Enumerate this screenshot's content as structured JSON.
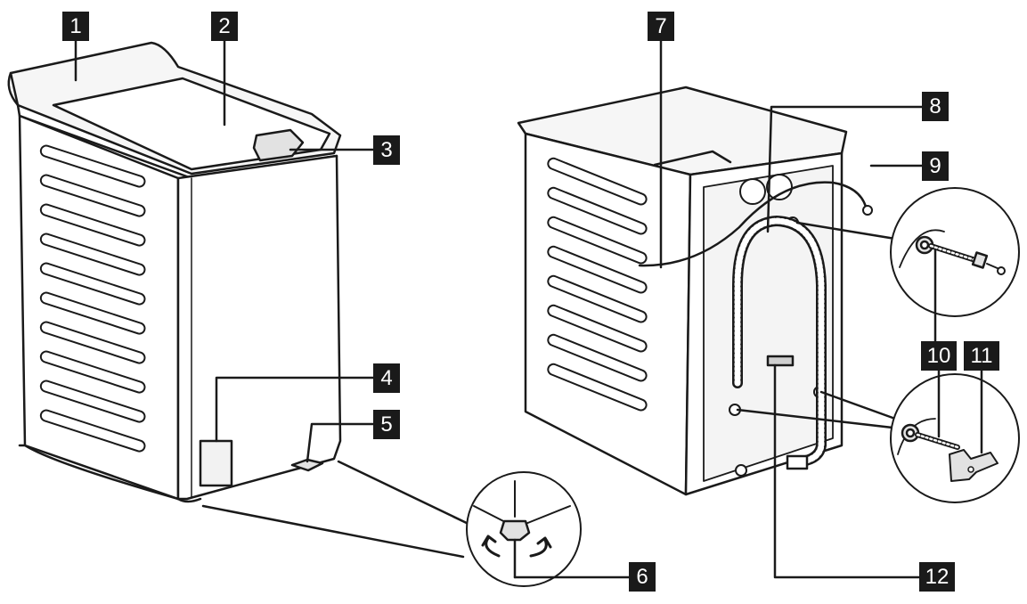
{
  "callouts": {
    "c1": "1",
    "c2": "2",
    "c3": "3",
    "c4": "4",
    "c5": "5",
    "c6": "6",
    "c7": "7",
    "c8": "8",
    "c9": "9",
    "c10": "10",
    "c11": "11",
    "c12": "12"
  },
  "colors": {
    "line": "#1a1a1a",
    "label_bg": "#1a1a1a",
    "label_text": "#ffffff",
    "fill_light": "#f2f2f2",
    "fill_mid": "#e2e2e2"
  },
  "parts": [
    "washer-front-view",
    "washer-rear-view",
    "lid",
    "lid-handle",
    "rating-plate-sticker",
    "adjustable-foot",
    "drain-hose",
    "inlet-hose",
    "transit-bolt",
    "transit-bolt-cap",
    "service-label"
  ]
}
